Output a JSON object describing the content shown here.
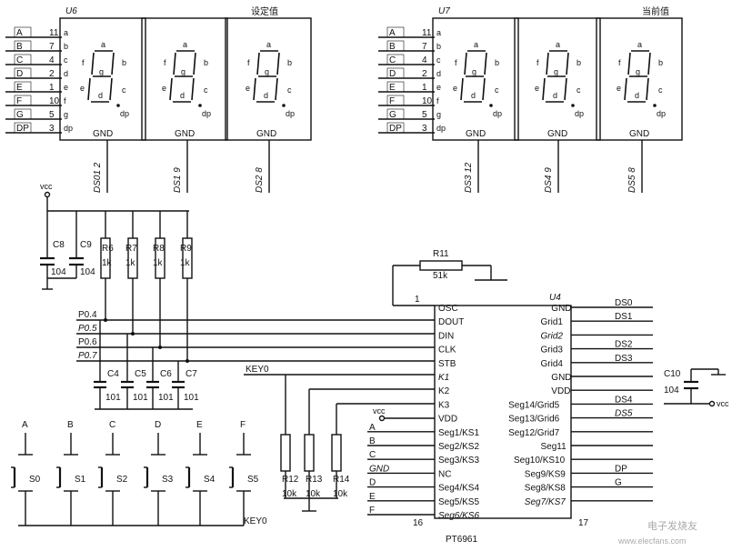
{
  "common": {
    "gnd": "GND",
    "vcc": "vcc"
  },
  "u6": {
    "label": "U6",
    "title": "设定值",
    "ds": [
      "DS01 2",
      "DS1 9",
      "DS2 8"
    ],
    "pins": [
      {
        "seg": "A",
        "num": "11",
        "letter": "a"
      },
      {
        "seg": "B",
        "num": "7",
        "letter": "b"
      },
      {
        "seg": "C",
        "num": "4",
        "letter": "c"
      },
      {
        "seg": "D",
        "num": "2",
        "letter": "d"
      },
      {
        "seg": "E",
        "num": "1",
        "letter": "e"
      },
      {
        "seg": "F",
        "num": "10",
        "letter": "f"
      },
      {
        "seg": "G",
        "num": "5",
        "letter": "g"
      },
      {
        "seg": "DP",
        "num": "3",
        "letter": "dp"
      }
    ]
  },
  "u7": {
    "label": "U7",
    "title": "当前值",
    "ds": [
      "DS3 12",
      "DS4 9",
      "DS5 8"
    ],
    "pins": [
      {
        "seg": "A",
        "num": "11",
        "letter": "a"
      },
      {
        "seg": "B",
        "num": "7",
        "letter": "b"
      },
      {
        "seg": "C",
        "num": "4",
        "letter": "c"
      },
      {
        "seg": "D",
        "num": "2",
        "letter": "d"
      },
      {
        "seg": "E",
        "num": "1",
        "letter": "e"
      },
      {
        "seg": "F",
        "num": "10",
        "letter": "f"
      },
      {
        "seg": "G",
        "num": "5",
        "letter": "g"
      },
      {
        "seg": "DP",
        "num": "3",
        "letter": "dp"
      }
    ]
  },
  "digit_segment_labels": [
    "a",
    "b",
    "c",
    "d",
    "e",
    "f",
    "g",
    "dp"
  ],
  "components": {
    "c8": {
      "name": "C8",
      "value": "104"
    },
    "c9": {
      "name": "C9",
      "value": "104"
    },
    "c10": {
      "name": "C10",
      "value": "104"
    },
    "r11": {
      "name": "R11",
      "value": "51k"
    },
    "pullups": [
      {
        "name": "R6",
        "value": "1k"
      },
      {
        "name": "R7",
        "value": "1k"
      },
      {
        "name": "R8",
        "value": "1k"
      },
      {
        "name": "R9",
        "value": "1k"
      }
    ],
    "bus_caps": [
      {
        "name": "C4",
        "value": "101"
      },
      {
        "name": "C5",
        "value": "101"
      },
      {
        "name": "C6",
        "value": "101"
      },
      {
        "name": "C7",
        "value": "101"
      }
    ],
    "key_res": [
      {
        "name": "R12",
        "value": "10k"
      },
      {
        "name": "R13",
        "value": "10k"
      },
      {
        "name": "R14",
        "value": "10k"
      }
    ]
  },
  "bus": [
    "P0.4",
    "P0.5",
    "P0.6",
    "P0.7"
  ],
  "keys": {
    "key0": "KEY0"
  },
  "switches": [
    {
      "top": "A",
      "name": "S0"
    },
    {
      "top": "B",
      "name": "S1"
    },
    {
      "top": "C",
      "name": "S2"
    },
    {
      "top": "D",
      "name": "S3"
    },
    {
      "top": "E",
      "name": "S4"
    },
    {
      "top": "F",
      "name": "S5"
    }
  ],
  "u4": {
    "label": "U4",
    "part": "PT6961",
    "pin_first": "1",
    "pin_left_last": "16",
    "pin_right_last": "17",
    "left_pins": [
      "OSC",
      "DOUT",
      "DIN",
      "CLK",
      "STB",
      "K1",
      "K2",
      "K3",
      "VDD",
      "Seg1/KS1",
      "Seg2/KS2",
      "Seg3/KS3",
      "NC",
      "Seg4/KS4",
      "Seg5/KS5",
      "Seg6/KS6"
    ],
    "left_italic": [
      false,
      false,
      false,
      false,
      false,
      true,
      false,
      false,
      false,
      false,
      false,
      false,
      false,
      false,
      false,
      true
    ],
    "left_nets": [
      "",
      "",
      "",
      "",
      "",
      "",
      "",
      "",
      "",
      "A",
      "B",
      "C",
      "GND",
      "D",
      "E",
      "F"
    ],
    "right_pins": [
      "GND",
      "Grid1",
      "Grid2",
      "Grid3",
      "Grid4",
      "GND",
      "VDD",
      "Seg14/Grid5",
      "Seg13/Grid6",
      "Seg12/Grid7",
      "Seg11",
      "Seg10/KS10",
      "Seg9/KS9",
      "Seg8/KS8",
      "Seg7/KS7"
    ],
    "right_italic": [
      false,
      false,
      true,
      false,
      false,
      false,
      false,
      false,
      false,
      false,
      false,
      false,
      false,
      false,
      true
    ],
    "right_nets": [
      "DS0",
      "DS1",
      "",
      "DS2",
      "DS3",
      "",
      "",
      "DS4",
      "DS5",
      "",
      "",
      "",
      "DP",
      "G",
      ""
    ],
    "right_net_italic": [
      false,
      false,
      false,
      false,
      false,
      false,
      false,
      false,
      true,
      false,
      false,
      false,
      false,
      false,
      false
    ]
  },
  "watermark": {
    "line1": "电子发烧友",
    "line2": "www.elecfans.com"
  }
}
